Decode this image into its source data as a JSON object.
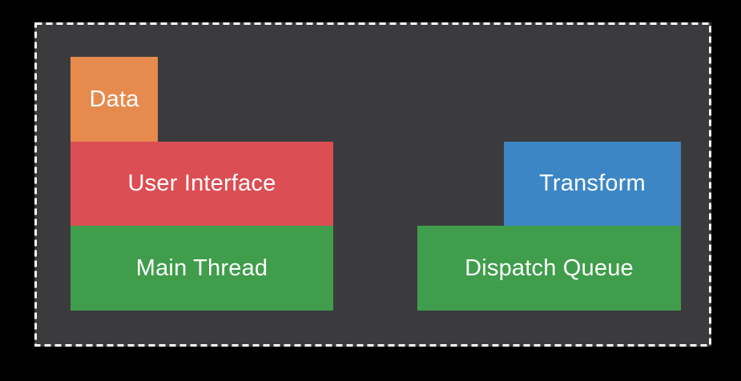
{
  "page": {
    "background": "#000000"
  },
  "panel": {
    "background": "#3B3B3E",
    "border_color": "#FFFFFF",
    "border_style": "dashed"
  },
  "diagram": {
    "text_color": "#FFFFFF",
    "blocks": [
      {
        "id": "data",
        "label": "Data",
        "color": "#E78A4E"
      },
      {
        "id": "user-interface",
        "label": "User Interface",
        "color": "#DB4E54"
      },
      {
        "id": "main-thread",
        "label": "Main Thread",
        "color": "#3F9D4B"
      },
      {
        "id": "transform",
        "label": "Transform",
        "color": "#3C86C5"
      },
      {
        "id": "dispatch-queue",
        "label": "Dispatch Queue",
        "color": "#3F9D4B"
      }
    ]
  }
}
